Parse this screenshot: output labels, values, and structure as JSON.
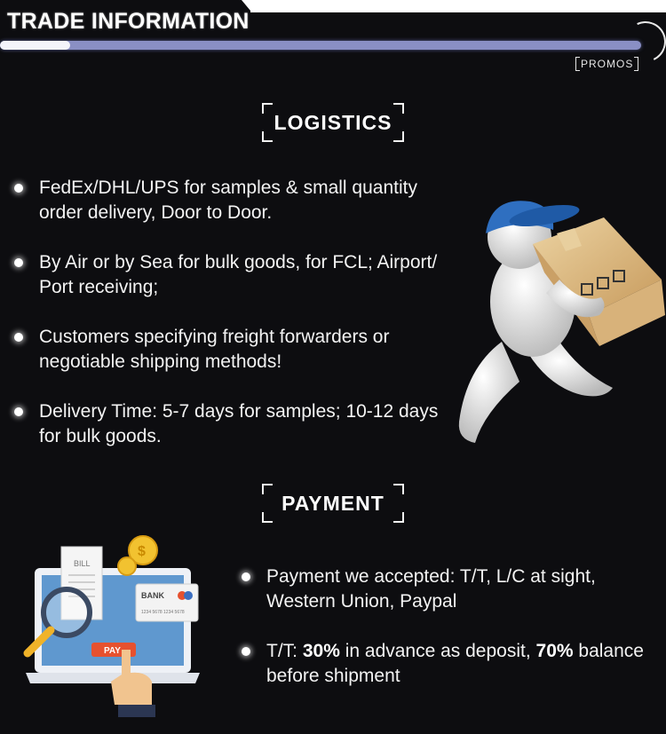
{
  "header": {
    "title": "TRADE INFORMATION",
    "promos_label": "PROMOS",
    "progress": 0.11
  },
  "logistics": {
    "title": "LOGISTICS",
    "items": [
      "FedEx/DHL/UPS for samples & small quantity order delivery, Door to Door.",
      "By Air or by Sea for bulk goods, for FCL; Airport/ Port receiving;",
      "Customers specifying freight forwarders or negotiable shipping methods!",
      "Delivery Time: 5-7 days for samples; 10-12 days for bulk goods."
    ]
  },
  "payment": {
    "title": "PAYMENT",
    "item1": "Payment we accepted: T/T, L/C at sight, Western Union, Paypal",
    "item2": {
      "prefix": "T/T: ",
      "deposit_pct": "30%",
      "middle": " in advance as deposit, ",
      "balance_pct": "70%",
      "suffix": " balance before shipment"
    }
  },
  "illustration": {
    "bill_label": "BILL",
    "bank_label": "BANK",
    "card_number": "1234 5678 1234 5678",
    "pay_label": "PAY",
    "coin_symbol": "$"
  },
  "colors": {
    "background": "#0d0d10",
    "accent_blue": "#8a8fc4",
    "cap_blue": "#2f6fc0",
    "box_tan": "#d9b47a",
    "pay_red": "#e6512f",
    "coin_gold": "#f2c230",
    "laptop_screen": "#5f98cf"
  }
}
